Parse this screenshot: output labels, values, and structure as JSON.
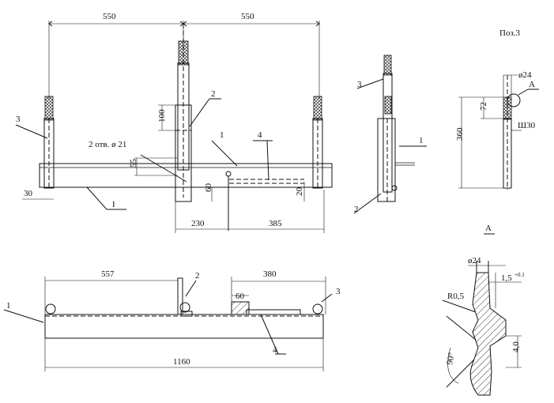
{
  "labels": {
    "poz": "Поз.3",
    "dim_550_left": "550",
    "dim_550_right": "550",
    "dim_100": "100",
    "dim_55": "55",
    "dim_60_top": "60",
    "dim_20": "20",
    "dim_30": "30",
    "dim_230": "230",
    "dim_385": "385",
    "holes": "2 отв. ø 21",
    "section_I": "I",
    "callout_1_plan": "1",
    "callout_2_plan": "2",
    "callout_3_plan": "3",
    "callout_4_plan": "4",
    "callout_1_side": "1",
    "callout_2_side": "2",
    "callout_3_side": "3",
    "dim_360": "360",
    "dim_72": "72",
    "dim_d24_top": "ø24",
    "thread": "Ш30",
    "detail_A_mark": "А",
    "detail_A_title": "А",
    "dim_557": "557",
    "dim_380": "380",
    "dim_60_front": "60",
    "dim_1160": "1160",
    "callout_1_front": "1",
    "callout_2_front": "2",
    "callout_3_front": "3",
    "callout_4_front": "4",
    "dim_d24_detail": "ø24",
    "dim_15_base": "1,5",
    "dim_15_sup": "+0.1",
    "dim_R05": "R0,5",
    "dim_90": "90°",
    "dim_40": "4,0"
  }
}
